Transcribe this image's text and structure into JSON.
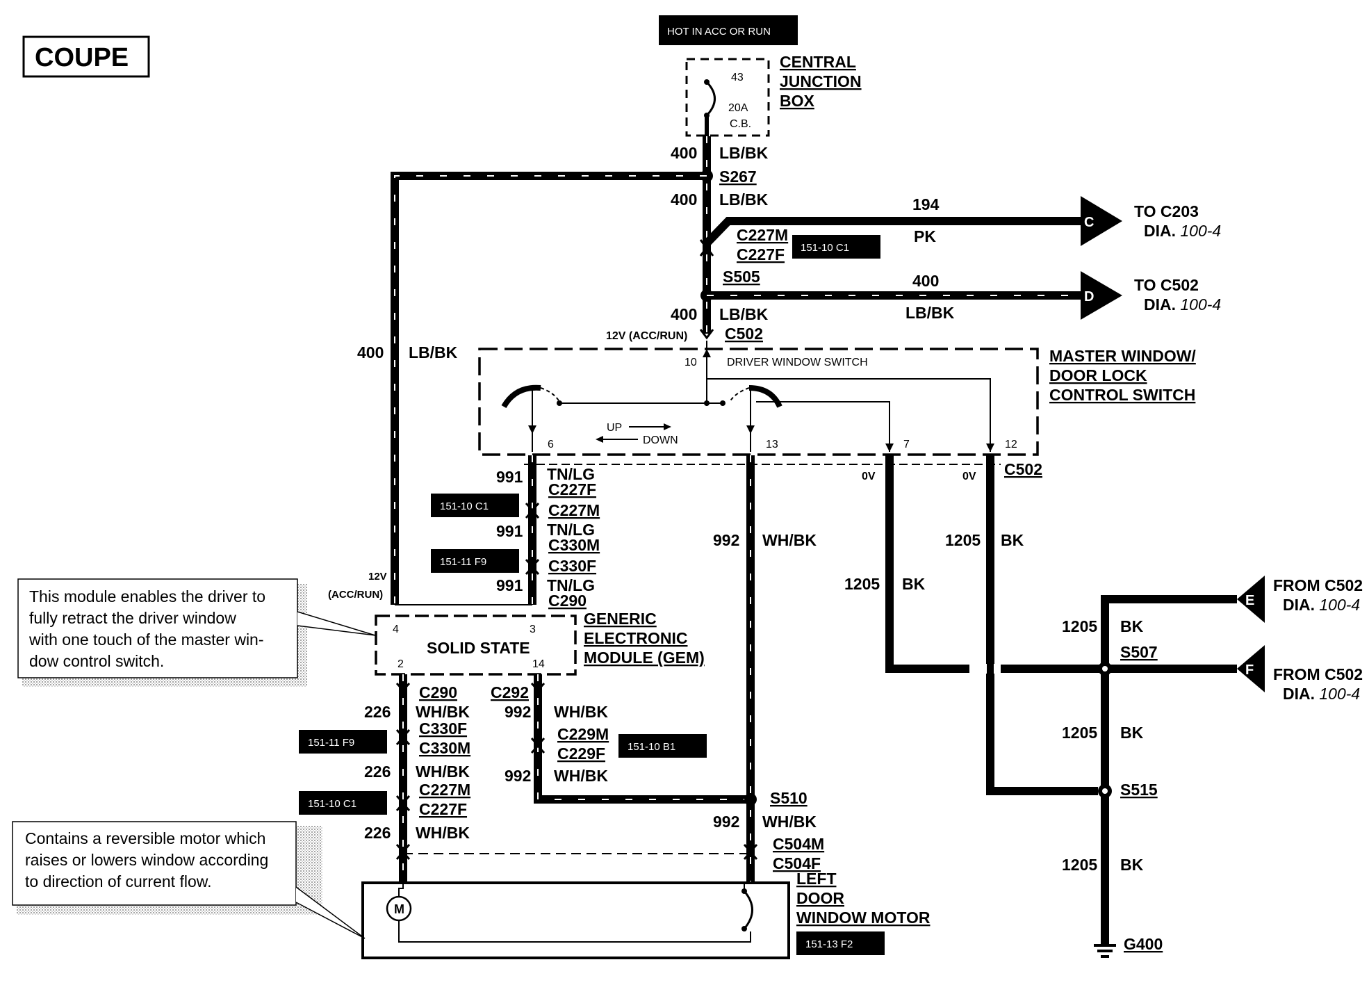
{
  "title_box": "COUPE",
  "hot_in": "HOT IN ACC OR RUN",
  "cjb": {
    "fuse_num": "43",
    "fuse_rating": "20A",
    "fuse_type": "C.B.",
    "label1": "CENTRAL",
    "label2": "JUNCTION",
    "label3": "BOX"
  },
  "wire_400": "400",
  "color_lbbk": "LB/BK",
  "splice_s267": "S267",
  "wire_194": "194",
  "color_pk": "PK",
  "conn_c227m": "C227M",
  "conn_c227f": "C227F",
  "splice_s505": "S505",
  "conn_c502": "C502",
  "v12_accrun": "12V (ACC/RUN)",
  "arrow_c": "C",
  "arrow_d": "D",
  "arrow_e": "E",
  "arrow_f": "F",
  "to_c203": "TO C203",
  "to_c502": "TO C502",
  "dia_prefix": "DIA.",
  "dia_num": "100-4",
  "from_c502": "FROM C502",
  "switch": {
    "label1": "MASTER WINDOW/",
    "label2": "DOOR LOCK",
    "label3": "CONTROL SWITCH",
    "sub": "DRIVER WINDOW SWITCH",
    "pin10": "10",
    "pin6": "6",
    "pin13": "13",
    "pin7": "7",
    "pin12": "12",
    "up": "UP",
    "down": "DOWN"
  },
  "ov": "0V",
  "wire_991": "991",
  "color_tnlg": "TN/LG",
  "conn_c330m": "C330M",
  "conn_c330f": "C330F",
  "conn_c290": "C290",
  "tag_15110c1": "151-10 C1",
  "tag_15111f9": "151-11 F9",
  "tag_15110b1": "151-10 B1",
  "tag_15113f2": "151-13 F2",
  "v12_line1": "12V",
  "v12_line2": "(ACC/RUN)",
  "gem": {
    "inner": "SOLID STATE",
    "label1": "GENERIC",
    "label2": "ELECTRONIC",
    "label3": "MODULE (GEM)",
    "pin4": "4",
    "pin3": "3",
    "pin2": "2",
    "pin14": "14"
  },
  "note1": [
    "This module enables the driver to",
    "fully retract the driver window",
    "with one touch of the master win-",
    "dow control switch."
  ],
  "note2": [
    "Contains a reversible motor which",
    "raises or lowers window according",
    "to direction of current flow."
  ],
  "wire_992": "992",
  "color_whbk": "WH/BK",
  "wire_226": "226",
  "conn_c292": "C292",
  "conn_c229m": "C229M",
  "conn_c229f": "C229F",
  "splice_s510": "S510",
  "conn_c504m": "C504M",
  "conn_c504f": "C504F",
  "wire_1205": "1205",
  "color_bk": "BK",
  "splice_s507": "S507",
  "splice_s515": "S515",
  "ground_g400": "G400",
  "motor": {
    "symbol": "M",
    "label1": "LEFT",
    "label2": "DOOR",
    "label3": "WINDOW MOTOR"
  }
}
